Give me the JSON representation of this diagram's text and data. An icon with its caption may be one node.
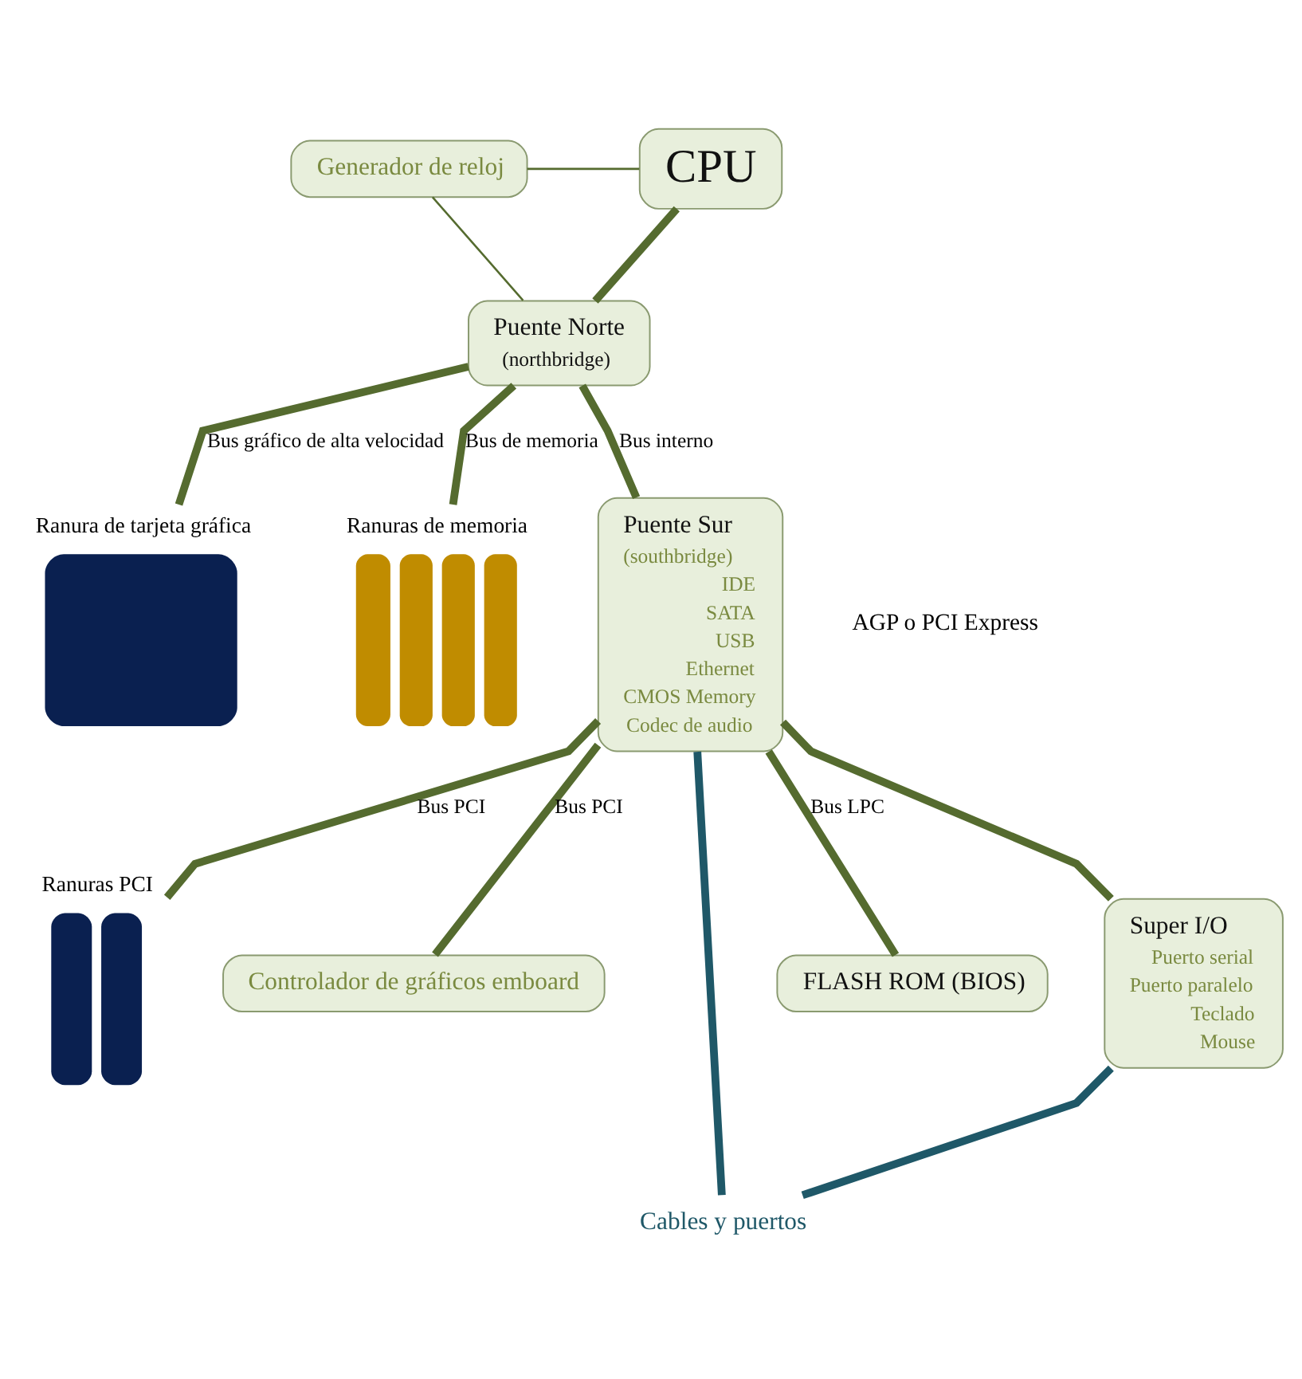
{
  "diagram": {
    "nodes": [
      {
        "text": [
          "CPU"
        ]
      },
      {
        "text": [
          "Generador de reloj"
        ]
      },
      {
        "text": [
          "Ranura de tarjeta gráfica"
        ]
      },
      {
        "text": [
          "Puente Norte",
          "(northbridge)"
        ]
      },
      {
        "text": [
          "Ranuras de memoria"
        ]
      },
      {
        "text": [
          "Ranuras PCI"
        ]
      },
      {
        "text": [
          "Puente Sur",
          "(southbridge)",
          "IDE",
          "SATA",
          "USB",
          "Ethernet",
          "CMOS Memory",
          "Codec de audio"
        ]
      },
      {
        "text": [
          "Controlador de gráficos emboard"
        ]
      },
      {
        "text": [
          "Cables y puertos"
        ]
      },
      {
        "text": [
          "FLASH ROM (BIOS)"
        ]
      },
      {
        "text": [
          "Super I/O",
          "Puerto serial",
          "Puerto paralelo",
          "Teclado",
          "Mouse"
        ]
      }
    ],
    "edges": [
      {
        "from": 0,
        "to": 3,
        "arrow": "none"
      },
      {
        "from": 1,
        "to": 0,
        "arrow": "none"
      },
      {
        "from": 1,
        "to": 3,
        "arrow": "none"
      },
      {
        "from": 3,
        "to": 2,
        "arrow": "none",
        "label": "Bus gráfico de alta velocidad"
      },
      {
        "from": 3,
        "to": 4,
        "arrow": "none",
        "label": "Bus de memoria"
      },
      {
        "from": 3,
        "to": 6,
        "arrow": "none",
        "label": "Bus interno"
      },
      {
        "from": 6,
        "to": 5,
        "arrow": "none",
        "label": "Bus PCI"
      },
      {
        "from": 6,
        "to": 7,
        "arrow": "none",
        "label": "Bus PCI"
      },
      {
        "from": 6,
        "to": 8,
        "arrow": "none",
        "color": "#1f5868"
      },
      {
        "from": 6,
        "to": 9,
        "arrow": "none",
        "label": "Bus LPC"
      },
      {
        "from": 6,
        "to": 10,
        "arrow": "none"
      },
      {
        "from": 10,
        "to": 8,
        "arrow": "none",
        "color": "#1f5868"
      }
    ],
    "labels": [
      "AGP o PCI Express"
    ]
  }
}
